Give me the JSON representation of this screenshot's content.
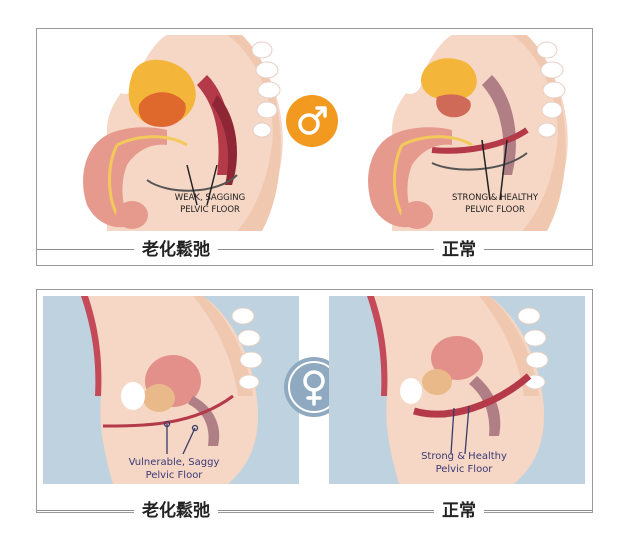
{
  "male": {
    "symbol_icon": "male-symbol-icon",
    "left_label_line1": "WEAK, SAGGING",
    "left_label_line2": "PELVIC FLOOR",
    "right_label_line1": "STRONG & HEALTHY",
    "right_label_line2": "PELVIC FLOOR",
    "left_caption": "老化鬆弛",
    "right_caption": "正常",
    "accent_color": "#f29a1f"
  },
  "female": {
    "symbol_icon": "female-symbol-icon",
    "left_label_line1": "Vulnerable, Saggy",
    "left_label_line2": "Pelvic Floor",
    "right_label_line1": "Strong & Healthy",
    "right_label_line2": "Pelvic Floor",
    "left_caption": "老化鬆弛",
    "right_caption": "正常",
    "accent_color": "#8fa9c0"
  }
}
